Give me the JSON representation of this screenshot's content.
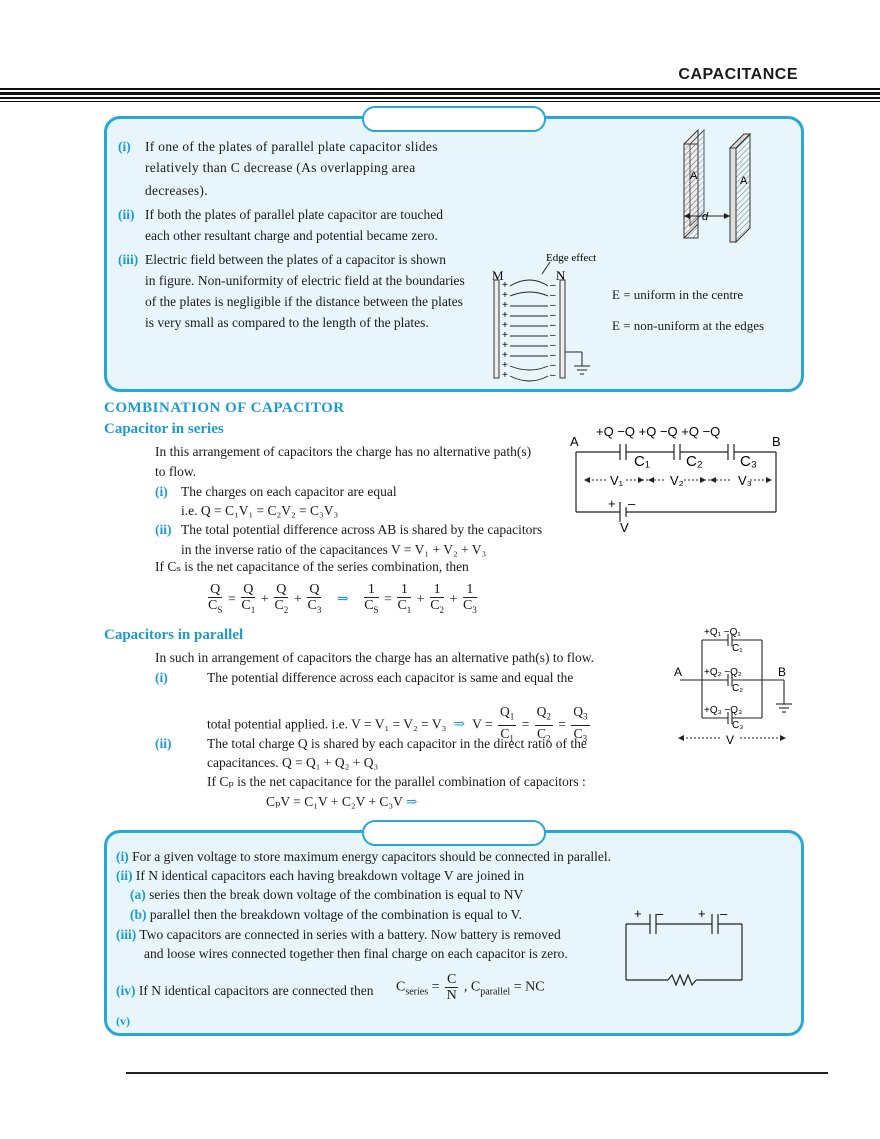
{
  "header": {
    "title": "CAPACITANCE"
  },
  "box1": {
    "items": [
      {
        "num": "(i)",
        "lines": [
          "If one of the plates of parallel plate capacitor slides",
          "relatively than C decrease (As overlapping area",
          "decreases)."
        ]
      },
      {
        "num": "(ii)",
        "lines": [
          "If both the plates of parallel plate capacitor are touched",
          "each other resultant charge and potential became zero."
        ]
      },
      {
        "num": "(iii)",
        "lines": [
          "Electric field between the plates of a capacitor is shown",
          "in figure. Non-uniformity of electric field at the boundaries",
          "of the plates is negligible if the distance between the plates",
          "is very small as  compared to the length of the plates."
        ]
      }
    ],
    "fig_plates": {
      "label_a1": "A",
      "label_a2": "A",
      "label_d": "d"
    },
    "fig_field": {
      "edge_label": "Edge effect",
      "m": "M",
      "n": "N",
      "e1": "E = uniform in the centre",
      "e2": "E = non-uniform at the edges"
    }
  },
  "combination": {
    "title": "COMBINATION OF CAPACITOR",
    "series": {
      "title": "Capacitor  in  series",
      "intro1": "In this arrangement of capacitors the charge has no alternative path(s)",
      "intro2": "to flow.",
      "i_num": "(i)",
      "i_text": "The charges on each capacitor are equal",
      "i_eq": "i.e. Q = C₁V₁ = C₂V₂ = C₃V₃",
      "ii_num": "(ii)",
      "ii_text": "The total potential difference across AB is shared by the capacitors",
      "ii_text2": "in the inverse ratio of the capacitances   V = V₁ + V₂ + V₃",
      "net": "If Cₛ is the net capacitance of the series combination, then",
      "circuit": {
        "charges": "+Q  −Q   +Q  −Q   +Q  −Q",
        "a": "A",
        "b": "B",
        "c1": "C₁",
        "c2": "C₂",
        "c3": "C₃",
        "v1": "V₁",
        "v2": "V₂",
        "v3": "V₃",
        "v": "V",
        "plus": "+",
        "minus": "–"
      }
    },
    "parallel": {
      "title": "Capacitors in parallel",
      "intro": "In such in arrangement of capacitors the charge has an alternative path(s) to flow.",
      "i_num": "(i)",
      "i_text": "The potential difference across each capacitor is same and equal the",
      "i_text2": "total potential applied. i.e. V = V₁ = V₂ = V₃",
      "ii_num": "(ii)",
      "ii_text": "The total charge Q is shared by each capacitor in the direct ratio of the",
      "ii_text2": "capacitances.     Q = Q₁ + Q₂ + Q₃",
      "ii_text3": "If Cₚ is the net capacitance for the parallel combination of capacitors :",
      "ii_eq": "CₚV = C₁V + C₂V + C₃V",
      "circuit": {
        "q1": "+Q₁  −Q₁",
        "q2": "+Q₂  −Q₂",
        "q3": "+Q₃  −Q₃",
        "c1": "C₁",
        "c2": "C₂",
        "c3": "C₃",
        "a": "A",
        "b": "B",
        "v": "V"
      }
    }
  },
  "box2": {
    "items": [
      {
        "num": "(i)",
        "text": "For a given voltage to store maximum energy capacitors should be connected in parallel."
      },
      {
        "num": "(ii)",
        "text": "If N  identical capacitors each having breakdown voltage V are joined in"
      },
      {
        "num": "(a)",
        "text": "series then the break down voltage of the combination is equal to NV"
      },
      {
        "num": "(b)",
        "text": "parallel then the breakdown voltage of the combination is equal to V."
      },
      {
        "num": "(iii)",
        "text": "Two capacitors are connected in series with a battery. Now battery is removed"
      },
      {
        "num": "",
        "text": "and loose wires connected together then final charge on each capacitor is zero."
      },
      {
        "num": "(iv)",
        "text": "If N identical capacitors are connected then"
      },
      {
        "num": "(v)",
        "text": ""
      }
    ],
    "cseries": "C",
    "series_sub": "series",
    "frac_n": "C",
    "frac_d": "N",
    "cparallel": "C",
    "parallel_sub": "parallel",
    "nc": "= NC"
  }
}
